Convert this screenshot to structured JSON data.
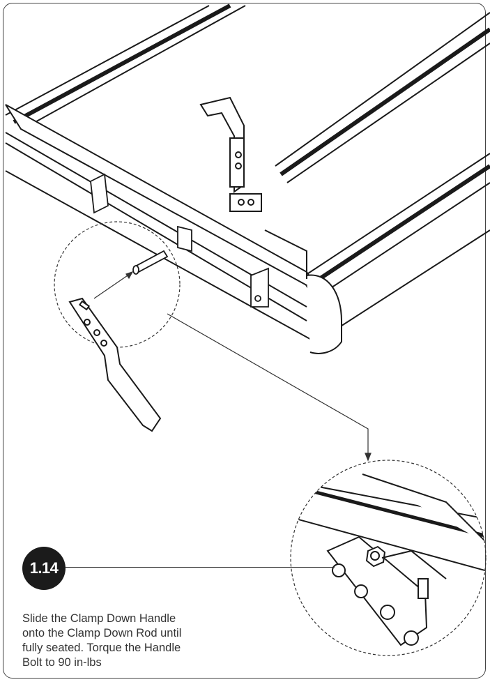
{
  "step": {
    "number": "1.14",
    "instruction_lines": [
      "Slide the Clamp Down Handle",
      "onto the Clamp Down Rod until",
      "fully seated. Torque the Handle",
      "Bolt to 90 in-lbs"
    ]
  },
  "illustration": {
    "parts": [
      "roof-rack-frame",
      "front-crossbar",
      "clamp-down-rod",
      "clamp-down-handle",
      "handle-bolt",
      "support-bracket"
    ],
    "colors": {
      "line": "#1a1a1a",
      "badge": "#1b1b1b",
      "badge_text": "#ffffff"
    }
  }
}
